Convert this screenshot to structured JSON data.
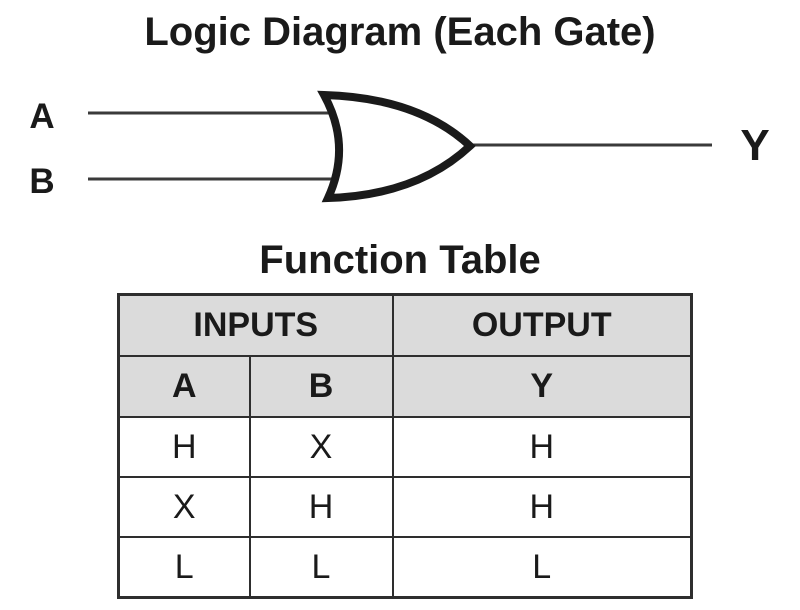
{
  "diagram": {
    "title": "Logic Diagram (Each Gate)",
    "gate": "or-gate",
    "input_a_label": "A",
    "input_b_label": "B",
    "output_label": "Y"
  },
  "function_table": {
    "title": "Function Table",
    "header_groups": {
      "inputs": "INPUTS",
      "output": "OUTPUT"
    },
    "columns": [
      "A",
      "B",
      "Y"
    ],
    "rows": [
      [
        "H",
        "X",
        "H"
      ],
      [
        "X",
        "H",
        "H"
      ],
      [
        "L",
        "L",
        "L"
      ]
    ]
  },
  "colors": {
    "header_background": "#dbdbdb",
    "border": "#2e2e2e",
    "text": "#1a1a1a",
    "gate_stroke": "#1a1a1a",
    "wire": "#3a3a3a"
  }
}
